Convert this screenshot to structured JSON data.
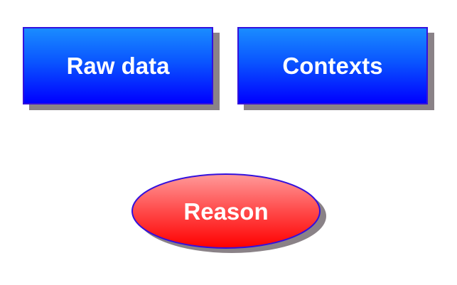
{
  "diagram": {
    "nodes": [
      {
        "id": "raw_data",
        "shape": "rectangle",
        "label": "Raw data"
      },
      {
        "id": "contexts",
        "shape": "rectangle",
        "label": "Contexts"
      },
      {
        "id": "reason",
        "shape": "ellipse",
        "label": "Reason"
      }
    ]
  },
  "colors": {
    "rect_fill_top": "#1a8cff",
    "rect_fill_bottom": "#0000ff",
    "ellipse_fill_top": "#ff9090",
    "ellipse_fill_bottom": "#ff0000",
    "outline": "#3311dd",
    "shadow": "#8a8287",
    "label_text": "#ffffff",
    "background": "#ffffff"
  }
}
